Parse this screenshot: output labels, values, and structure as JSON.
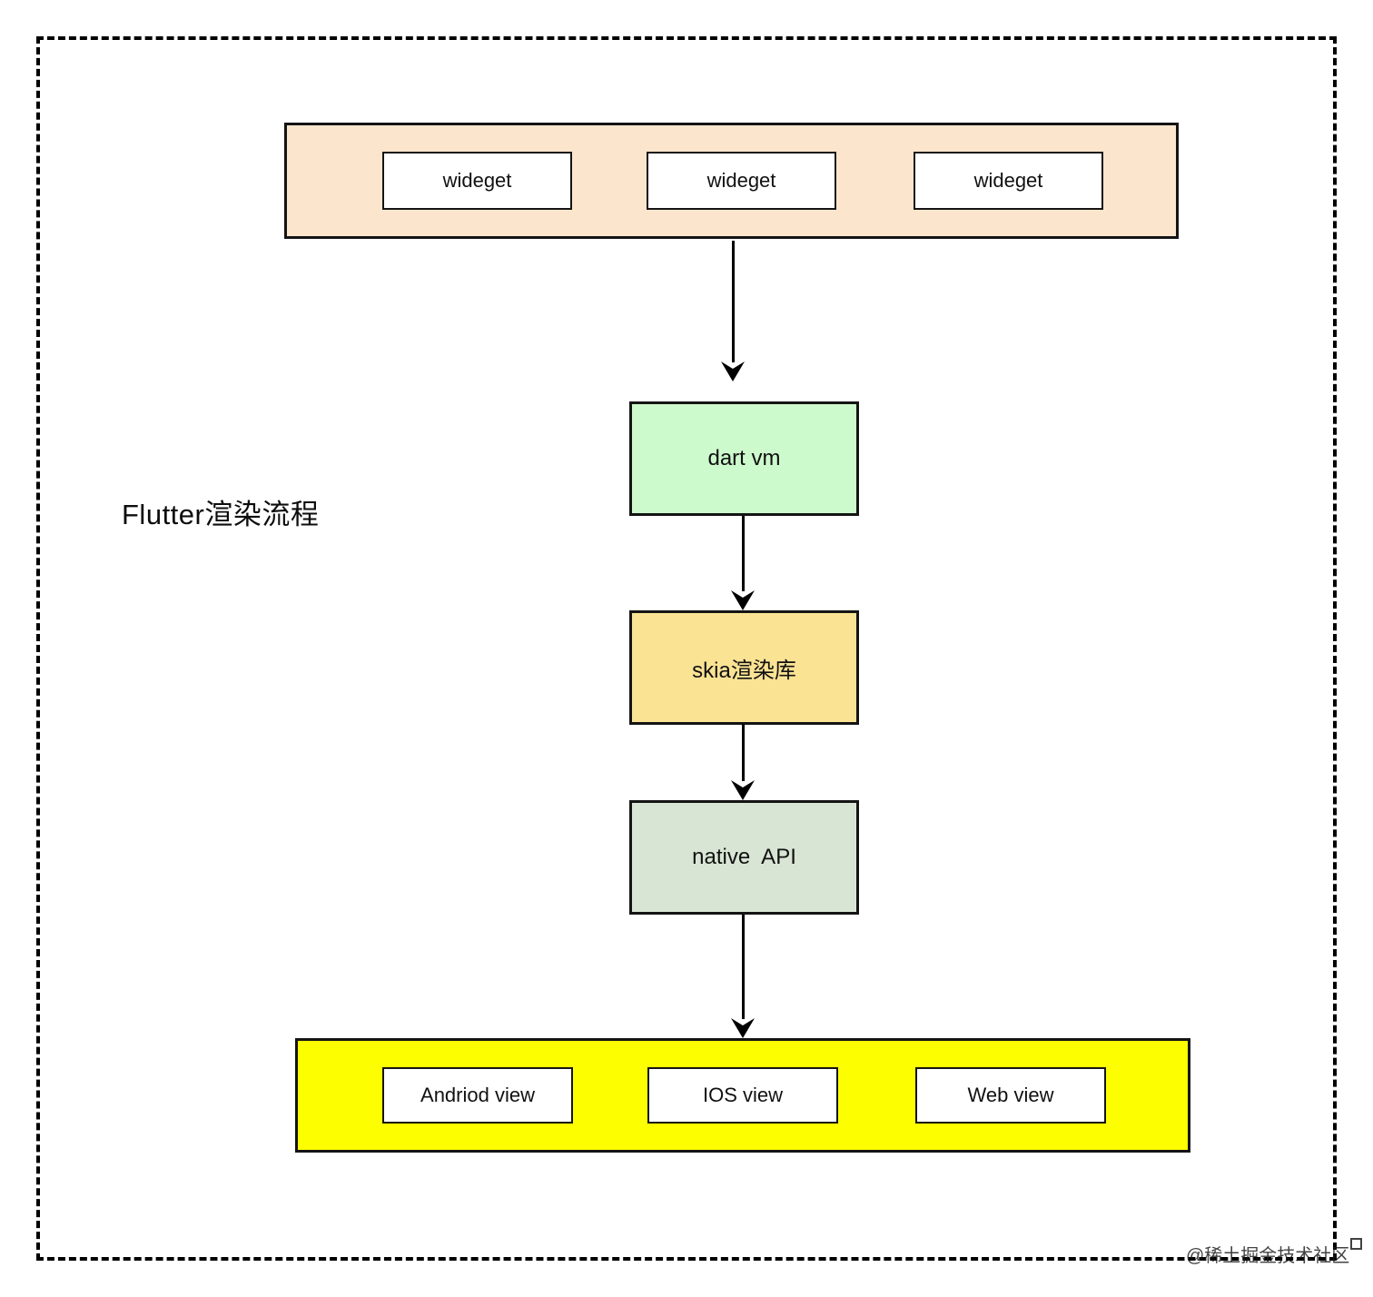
{
  "diagram": {
    "title": "Flutter渲染流程",
    "watermark": "@稀土掘金技术社区",
    "top_row": {
      "bg_color": "#fce5cd",
      "items": [
        "wideget",
        "wideget",
        "wideget"
      ]
    },
    "flow_nodes": [
      {
        "label": "dart vm",
        "bg_color": "#cdfacd"
      },
      {
        "label": "skia渲染库",
        "bg_color": "#fbe394"
      },
      {
        "label": "native  API",
        "bg_color": "#d9e5d4"
      }
    ],
    "bottom_row": {
      "bg_color": "#fdff00",
      "items": [
        "Andriod view",
        "IOS view",
        "Web view"
      ]
    },
    "border_color": "#141414",
    "frame_style": "dashed"
  }
}
